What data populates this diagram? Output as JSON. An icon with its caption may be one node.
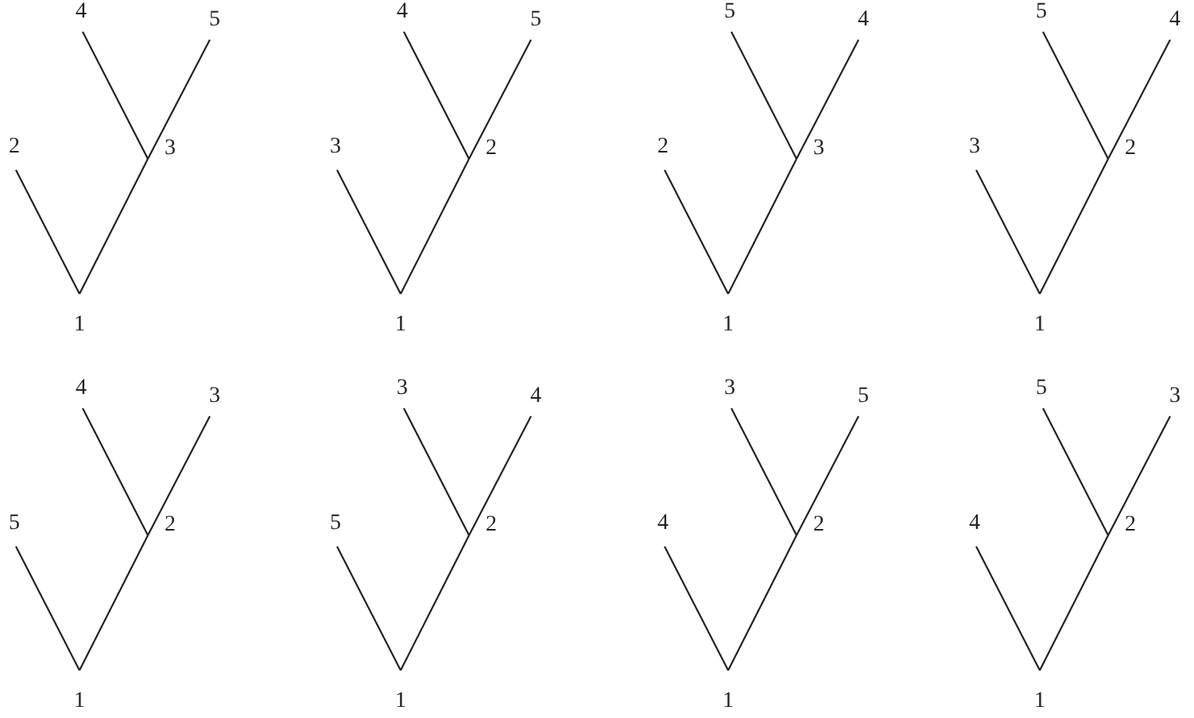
{
  "diagram": {
    "nodes": [
      {
        "text": [
          "4"
        ]
      },
      {
        "text": [
          "5"
        ]
      },
      {
        "text": [
          "2"
        ]
      },
      {
        "text": [
          "3"
        ]
      },
      {
        "text": [
          "1"
        ]
      },
      {
        "text": [
          "4"
        ]
      },
      {
        "text": [
          "5"
        ]
      },
      {
        "text": [
          "3"
        ]
      },
      {
        "text": [
          "2"
        ]
      },
      {
        "text": [
          "1"
        ]
      },
      {
        "text": [
          "5"
        ]
      },
      {
        "text": [
          "4"
        ]
      },
      {
        "text": [
          "2"
        ]
      },
      {
        "text": [
          "3"
        ]
      },
      {
        "text": [
          "1"
        ]
      },
      {
        "text": [
          "5"
        ]
      },
      {
        "text": [
          "4"
        ]
      },
      {
        "text": [
          "3"
        ]
      },
      {
        "text": [
          "2"
        ]
      },
      {
        "text": [
          "1"
        ]
      },
      {
        "text": [
          "4"
        ]
      },
      {
        "text": [
          "3"
        ]
      },
      {
        "text": [
          "5"
        ]
      },
      {
        "text": [
          "2"
        ]
      },
      {
        "text": [
          "1"
        ]
      },
      {
        "text": [
          "3"
        ]
      },
      {
        "text": [
          "4"
        ]
      },
      {
        "text": [
          "5"
        ]
      },
      {
        "text": [
          "2"
        ]
      },
      {
        "text": [
          "1"
        ]
      },
      {
        "text": [
          "3"
        ]
      },
      {
        "text": [
          "5"
        ]
      },
      {
        "text": [
          "4"
        ]
      },
      {
        "text": [
          "2"
        ]
      },
      {
        "text": [
          "1"
        ]
      },
      {
        "text": [
          "5"
        ]
      },
      {
        "text": [
          "3"
        ]
      },
      {
        "text": [
          "4"
        ]
      },
      {
        "text": [
          "2"
        ]
      },
      {
        "text": [
          "1"
        ]
      }
    ],
    "edges": [
      {
        "from": 4,
        "to": 2,
        "arrow": "none"
      },
      {
        "from": 4,
        "to": 3,
        "arrow": "none"
      },
      {
        "from": 3,
        "to": 0,
        "arrow": "none"
      },
      {
        "from": 3,
        "to": 1,
        "arrow": "none"
      },
      {
        "from": 9,
        "to": 7,
        "arrow": "none"
      },
      {
        "from": 9,
        "to": 8,
        "arrow": "none"
      },
      {
        "from": 8,
        "to": 5,
        "arrow": "none"
      },
      {
        "from": 8,
        "to": 6,
        "arrow": "none"
      },
      {
        "from": 14,
        "to": 12,
        "arrow": "none"
      },
      {
        "from": 14,
        "to": 13,
        "arrow": "none"
      },
      {
        "from": 13,
        "to": 10,
        "arrow": "none"
      },
      {
        "from": 13,
        "to": 11,
        "arrow": "none"
      },
      {
        "from": 19,
        "to": 17,
        "arrow": "none"
      },
      {
        "from": 19,
        "to": 18,
        "arrow": "none"
      },
      {
        "from": 18,
        "to": 15,
        "arrow": "none"
      },
      {
        "from": 18,
        "to": 16,
        "arrow": "none"
      },
      {
        "from": 24,
        "to": 22,
        "arrow": "none"
      },
      {
        "from": 24,
        "to": 23,
        "arrow": "none"
      },
      {
        "from": 23,
        "to": 20,
        "arrow": "none"
      },
      {
        "from": 23,
        "to": 21,
        "arrow": "none"
      },
      {
        "from": 29,
        "to": 27,
        "arrow": "none"
      },
      {
        "from": 29,
        "to": 28,
        "arrow": "none"
      },
      {
        "from": 28,
        "to": 25,
        "arrow": "none"
      },
      {
        "from": 28,
        "to": 26,
        "arrow": "none"
      },
      {
        "from": 34,
        "to": 32,
        "arrow": "none"
      },
      {
        "from": 34,
        "to": 33,
        "arrow": "none"
      },
      {
        "from": 33,
        "to": 30,
        "arrow": "none"
      },
      {
        "from": 33,
        "to": 31,
        "arrow": "none"
      },
      {
        "from": 39,
        "to": 37,
        "arrow": "none"
      },
      {
        "from": 39,
        "to": 38,
        "arrow": "none"
      },
      {
        "from": 38,
        "to": 35,
        "arrow": "none"
      },
      {
        "from": 38,
        "to": 36,
        "arrow": "none"
      }
    ]
  }
}
